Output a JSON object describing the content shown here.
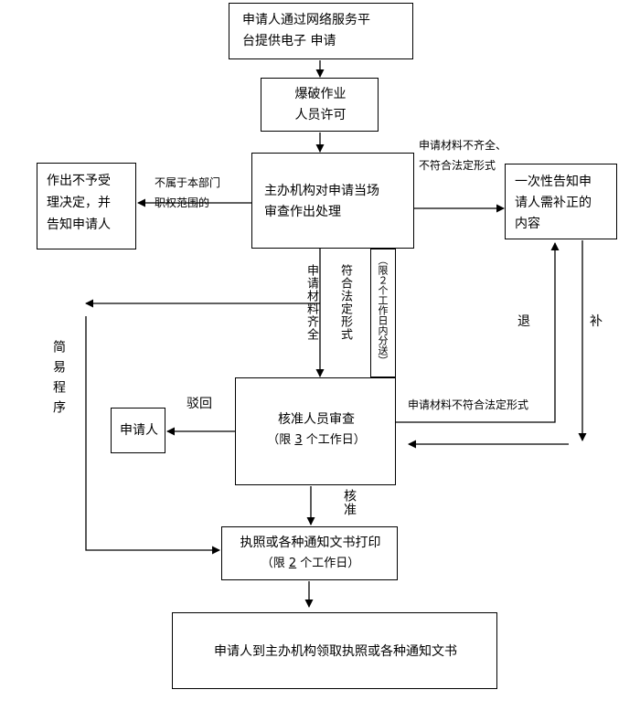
{
  "nodes": {
    "apply": {
      "lines": [
        "申请人通过网络服务平",
        "台提供电子 申请"
      ]
    },
    "permit": {
      "lines": [
        "爆破作业",
        "人员许可"
      ]
    },
    "review": {
      "lines": [
        "主办机构对申请当场",
        "审查作出处理"
      ]
    },
    "reject_decision": {
      "lines": [
        "作出不予受",
        "理决定，并",
        "告知申请人"
      ]
    },
    "notify_correct": {
      "lines": [
        "一次性告知申",
        "请人需补正的",
        "内容"
      ]
    },
    "verify": {
      "title": "核准人员审查",
      "limit_pre": "（限 ",
      "limit_num": "3",
      "limit_post": " 个工作日）"
    },
    "applicant": {
      "label": "申请人"
    },
    "print": {
      "title": "执照或各种通知文书打印",
      "limit_pre": "（限 ",
      "limit_num": "2",
      "limit_post": " 个工作日）"
    },
    "collect": {
      "label": "申请人到主办机构领取执照或各种通知文书"
    }
  },
  "edge_labels": {
    "not_in_scope": [
      "不属于本部门",
      "职权范围的"
    ],
    "incomplete": [
      "申请材料不齐全、",
      "不符合法定形式"
    ],
    "materials_complete": "申请材料齐全",
    "legal_form": "符合法定形式",
    "distribute": "（限２个工作日内分送）",
    "simple_procedure": "简易程序",
    "return": "退",
    "supplement": "补",
    "reject": "驳回",
    "not_legal_form": "申请材料不符合法定形式",
    "approve": "核准"
  }
}
